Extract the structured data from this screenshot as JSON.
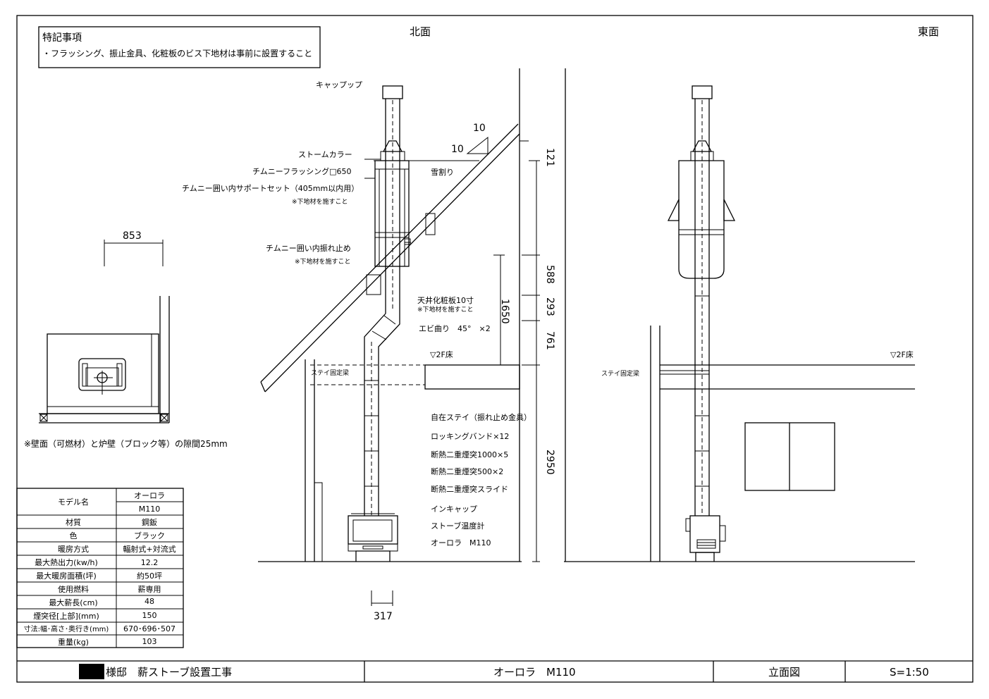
{
  "notes": {
    "heading": "特記事項",
    "line1": "・フラッシング、振止金具、化粧板のビス下地材は事前に設置すること"
  },
  "views": {
    "north": "北面",
    "east": "東面"
  },
  "plan": {
    "width_dim": "853",
    "clearance_note": "※壁面（可燃材）と炉壁（ブロック等）の隙間25mm"
  },
  "labels": {
    "cap": "キャップップ",
    "storm_collar": "ストームカラー",
    "flashing": "チムニーフラッシング□650",
    "support_set": "チムニー囲い内サポートセット（405mm以内用）",
    "support_note": "※下地材を施すこと",
    "steady": "チムニー囲い内振れ止め",
    "steady_note": "※下地材を施すこと",
    "snow_guard": "雪割り",
    "ceiling_plate": "天井化粧板10寸",
    "ceiling_note": "※下地材を施すこと",
    "elbow": "エビ曲り　45°　×2",
    "floor_2f": "▽2F床",
    "floor_2f_east": "▽2F床",
    "stay_beam": "ステイ固定梁",
    "stay_beam_east": "ステイ固定梁",
    "parts": [
      "自在ステイ（振れ止め金具）",
      "ロッキングバンド×12",
      "断熱二重煙突1000×5",
      "断熱二重煙突500×2",
      "断熱二重煙突スライド",
      "インキャップ",
      "ストーブ温度計",
      "オーロラ　M110"
    ]
  },
  "dims": {
    "pitch_rise": "10",
    "pitch_run": "10",
    "d121": "121",
    "d588": "588",
    "d293": "293",
    "d761": "761",
    "d1650": "1650",
    "d2950": "2950",
    "d317": "317"
  },
  "spec_table": {
    "rows": [
      {
        "label": "モデル名",
        "value": "オーロラ",
        "value2": "M110"
      },
      {
        "label": "材質",
        "value": "鋼鈑"
      },
      {
        "label": "色",
        "value": "ブラック"
      },
      {
        "label": "暖房方式",
        "value": "輻射式+対流式"
      },
      {
        "label": "最大熱出力(kw/h)",
        "value": "12.2"
      },
      {
        "label": "最大暖房面積(坪)",
        "value": "約50坪"
      },
      {
        "label": "使用燃料",
        "value": "薪専用"
      },
      {
        "label": "最大薪長(cm)",
        "value": "48"
      },
      {
        "label": "煙突径[上部](mm)",
        "value": "150"
      },
      {
        "label": "寸法:幅･高さ･奥行き(mm)",
        "value": "670･696･507"
      },
      {
        "label": "重量(kg)",
        "value": "103"
      }
    ]
  },
  "title_block": {
    "project": "様邸　薪ストーブ設置工事",
    "model": "オーロラ　M110",
    "drawing": "立面図",
    "scale": "S=1:50"
  }
}
